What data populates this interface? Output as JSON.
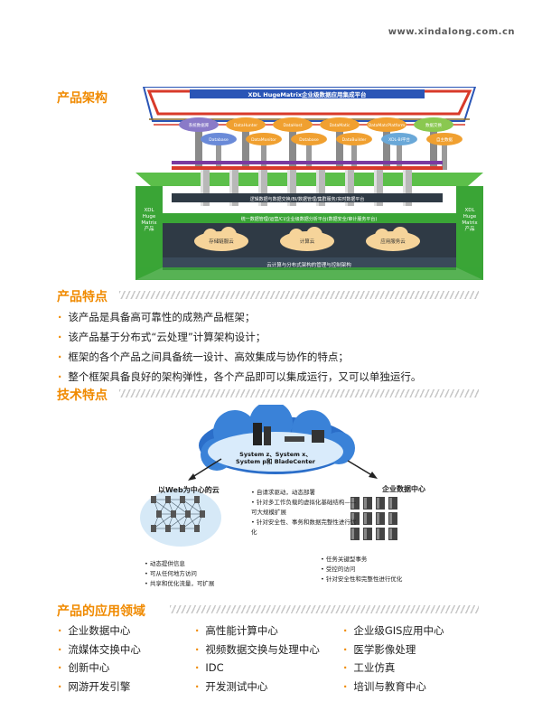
{
  "header": {
    "site_url": "www.xindalong.com.cn"
  },
  "architecture": {
    "title": "产品架构",
    "top_label": "XDL HugeMatrix企业级数据应用集成平台",
    "pills_back": [
      "系统数据库",
      "DataHunter",
      "DataHost",
      "DataMatic",
      "DataMatcPlatform",
      "数据交换"
    ],
    "pills_front": [
      "Database",
      "DataMonitor",
      "Database",
      "DataBuilder",
      "XDL-BI平台",
      "自主数据"
    ],
    "band1": "逻辑数据与数据交换/BI/数据管理/集群服务/实时数据平台",
    "band2": "统一数据管理/运营/CI/企业级数据分析平台(数据安全/审计服务平台)",
    "left_wall": "XDL\nHuge\nMatrix\n产品",
    "right_wall": "XDL\nHuge\nMatrix\n产品",
    "clouds": [
      "存储链服云",
      "计算云",
      "应用服务云"
    ],
    "base": "云计算与分布式架构的管理与控制架构"
  },
  "features": {
    "title": "产品特点",
    "items": [
      "该产品是具备高可靠性的成熟产品框架；",
      "该产品基于分布式“云处理”计算架构设计；",
      "框架的各个产品之间具备统一设计、高效集成与协作的特点；",
      "整个框架具备良好的架构弹性，各个产品即可以集成运行，又可以单独运行。"
    ]
  },
  "tech": {
    "title": "技术特点",
    "cloud_label": "System z、System x、\nSystem p和 BladeCenter",
    "left_label": "以Web为中心的云",
    "right_label": "企业数据中心",
    "center_notes": [
      "自请求驱动，动态部署",
      "针对多工作负载的虚拟化基础结构——可大规模扩展",
      "针对安全性、事务和数据完整性进行优化"
    ],
    "left_notes": [
      "动态提供信息",
      "可从任何地方访问",
      "共享和优化流量，可扩展"
    ],
    "right_notes": [
      "任务关键型事务",
      "受控的访问",
      "针对安全性和完整性进行优化"
    ]
  },
  "apps": {
    "title": "产品的应用领域",
    "col1": [
      "企业数据中心",
      "流媒体交换中心",
      "创新中心",
      "网游开发引擎"
    ],
    "col2": [
      "高性能计算中心",
      "视频数据交换与处理中心",
      "IDC",
      "开发测试中心"
    ],
    "col3": [
      "企业级GIS应用中心",
      "医学影像处理",
      "工业仿真",
      "培训与教育中心"
    ]
  },
  "colors": {
    "accent": "#f08a00",
    "green": "#3aa536",
    "dark": "#2f3a45"
  }
}
